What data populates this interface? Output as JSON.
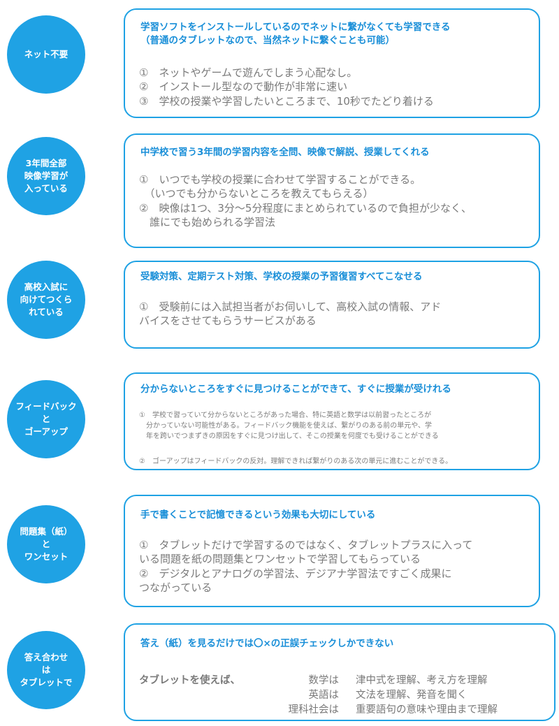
{
  "sections": [
    {
      "circle": "ネット不要",
      "heading": "学習ソフトをインストールしているのでネットに繋がなくても学習できる\n（普通のタブレットなので、当然ネットに繋ぐことも可能）",
      "body": "①　ネットやゲームで遊んでしまう心配なし。\n②　インストール型なので動作が非常に速い\n③　学校の授業や学習したいところまで、10秒でたどり着ける"
    },
    {
      "circle": "3年間全部\n映像学習が\n入っている",
      "heading": "中学校で習う3年間の学習内容を全問、映像で解説、授業してくれる",
      "body": "①　いつでも学校の授業に合わせて学習することができる。\n　（いつでも分からないところを教えてもらえる）\n②　映像は1つ、3分～5分程度にまとめられているので負担が少なく、\n　誰にでも始められる学習法"
    },
    {
      "circle": "高校入試に\n向けてつくら\nれている",
      "heading": "受験対策、定期テスト対策、学校の授業の予習復習すべてこなせる",
      "body": "①　受験前には入試担当者がお伺いして、高校入試の情報、アド\nバイスをさせてもらうサービスがある"
    },
    {
      "circle": "フィードバック\nと\nゴーアップ",
      "heading": "分からないところをすぐに見つけることができて、すぐに授業が受けれる",
      "body1": "①　学校で習っていて分からないところがあった場合、特に英語と数学は以前習ったところが\n　分かっていない可能性がある。フィードバック機能を使えば、繋がりのある前の単元や、学\n　年を跨いでつまずきの原因をすぐに見つけ出して、そこの授業を何度でも受けることができる",
      "body2": "②　ゴーアップはフィードバックの反対。理解できれば繋がりのある次の単元に進むことができる。"
    },
    {
      "circle": "問題集（紙）\nと\nワンセット",
      "heading": "手で書くことで記憶できるという効果も大切にしている",
      "body": "①　タブレットだけで学習するのではなく、タブレットプラスに入って\nいる問題を紙の問題集とワンセットで学習してもらっている\n②　デジタルとアナログの学習法、デジアナ学習法ですごく成果に\nつながっている"
    },
    {
      "circle": "答え合わせ\nは\nタブレットで",
      "heading": "答え（紙）を見るだけでは〇×の正誤チェックしかできない",
      "intro": "タブレットを使えば、",
      "rows": [
        {
          "subject": "数学は",
          "desc": "津中式を理解、考え方を理解"
        },
        {
          "subject": "英語は",
          "desc": "文法を理解、発音を聞く"
        },
        {
          "subject": "理科社会は",
          "desc": "重要語句の意味や理由まで理解"
        }
      ]
    }
  ]
}
